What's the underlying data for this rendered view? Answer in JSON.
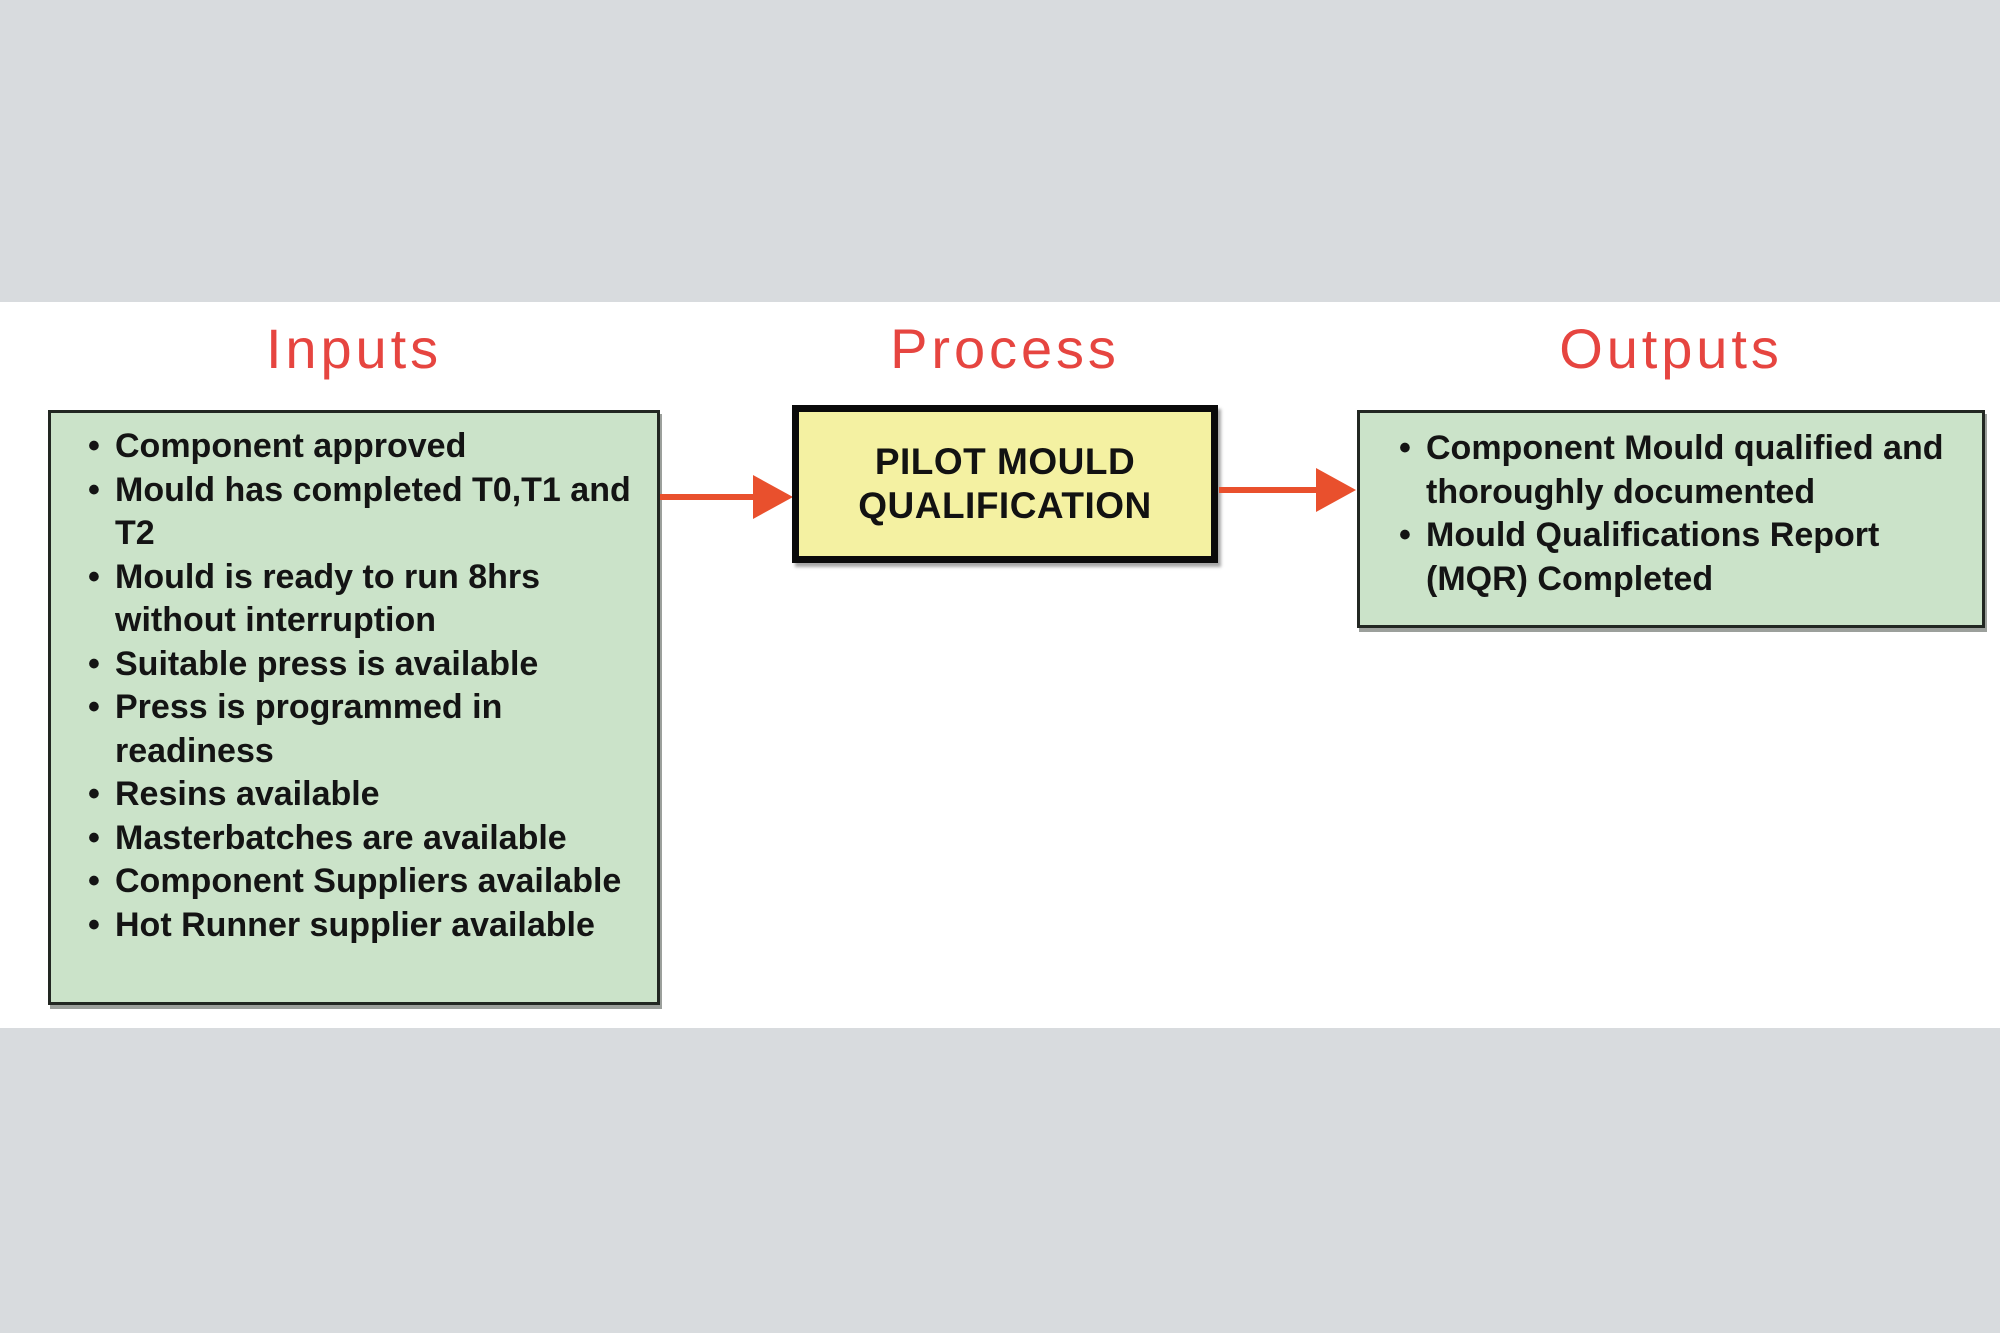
{
  "colors": {
    "background_band": "#d8dbde",
    "canvas": "#ffffff",
    "heading_red": "#e64540",
    "arrow_red": "#e9502d",
    "input_output_box_fill": "#cbe3c9",
    "process_box_fill": "#f4f1a2",
    "box_border_dark": "#222722",
    "process_box_border": "#0a0a0a",
    "body_text": "#141414"
  },
  "headings": {
    "inputs": "Inputs",
    "process": "Process",
    "outputs": "Outputs"
  },
  "inputs_box": {
    "items": [
      "Component approved",
      "Mould has completed T0,T1 and T2",
      "Mould is ready to run 8hrs without interruption",
      "Suitable press is available",
      "Press is programmed in readiness",
      "Resins available",
      "Masterbatches are available",
      "Component Suppliers available",
      "Hot Runner supplier available"
    ]
  },
  "process_box": {
    "title": "PILOT MOULD QUALIFICATION"
  },
  "outputs_box": {
    "items": [
      "Component Mould qualified and thoroughly documented",
      "Mould Qualifications Report (MQR) Completed"
    ]
  },
  "icons": {
    "bullet": "•",
    "arrow": "right-arrow"
  }
}
